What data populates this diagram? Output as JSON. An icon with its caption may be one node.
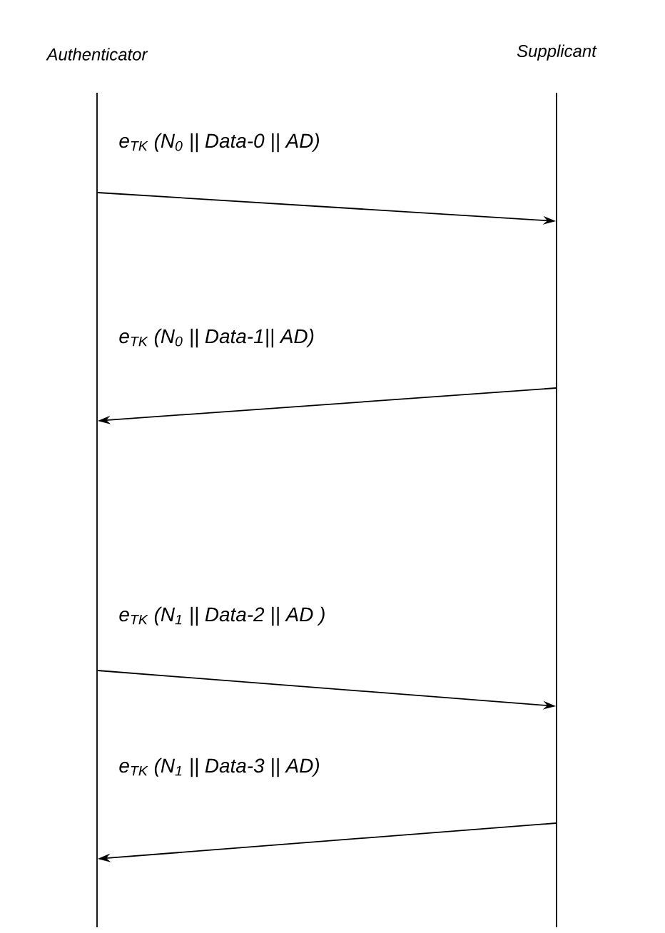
{
  "diagram": {
    "nodes": [
      {
        "text": [
          "Authenticator"
        ]
      },
      {
        "text": [
          "Supplicant"
        ]
      }
    ],
    "edges": [
      {
        "from": 0,
        "to": 1,
        "arrow": "to",
        "label": "e$_{TK}$ (N$_{0}$  || Data-0 || AD)"
      },
      {
        "from": 1,
        "to": 0,
        "arrow": "to",
        "label": "e$_{TK}$ (N$_{0}$ || Data-1|| AD)"
      },
      {
        "from": 0,
        "to": 1,
        "arrow": "to",
        "label": "e$_{TK}$ (N$_{1}$ || Data-2 || AD )"
      },
      {
        "from": 1,
        "to": 0,
        "arrow": "to",
        "label": "e$_{TK}$ (N$_{1}$ || Data-3 || AD)"
      }
    ]
  }
}
